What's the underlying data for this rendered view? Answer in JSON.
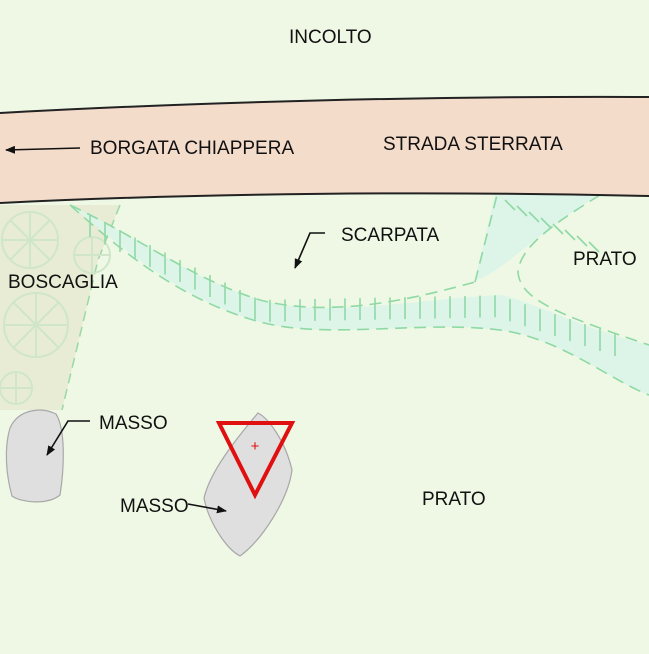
{
  "map": {
    "labels": {
      "incolto": "INCOLTO",
      "borgata": "BORGATA CHIAPPERA",
      "strada": "STRADA STERRATA",
      "scarpata": "SCARPATA",
      "prato_top": "PRATO",
      "boscaglia": "BOSCAGLIA",
      "masso_1": "MASSO",
      "masso_2": "MASSO",
      "prato_bottom": "PRATO"
    },
    "colors": {
      "background": "#eef8e5",
      "road_fill": "#f4dccb",
      "escarpment_fill": "#dcf5e8",
      "escarpment_line": "#8fd9a4",
      "woodland_fill": "#e9ecd4",
      "woodland_symbol": "#cfe6c8",
      "boulder_fill": "#dfdfdf",
      "boulder_outline": "#a8a8a8",
      "marker": "#e01010"
    },
    "marker": {
      "shape": "red-triangle",
      "symbol": "+"
    }
  }
}
